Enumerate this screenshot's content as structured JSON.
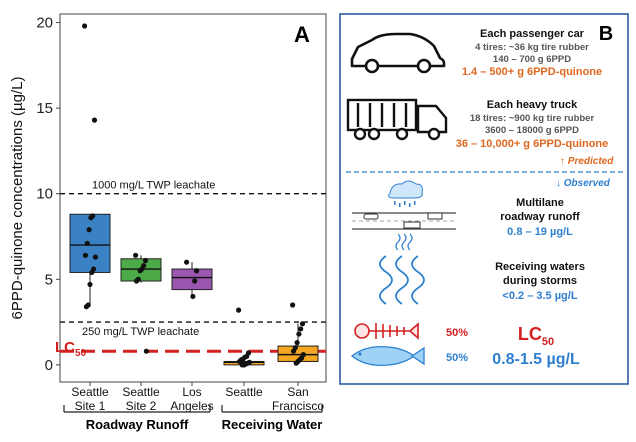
{
  "panel_a": {
    "label": "A",
    "ylabel": "6PPD-quinone concentrations (µg/L)",
    "y_ticks": [
      "0",
      "5",
      "10",
      "15",
      "20"
    ],
    "ref_lines": {
      "leachate_1000": "1000 mg/L TWP leachate",
      "leachate_250": "250 mg/L TWP leachate",
      "lc50_main": "LC",
      "lc50_sub": "50"
    },
    "categories": [
      [
        "Seattle",
        "Site 1"
      ],
      [
        "Seattle",
        "Site 2"
      ],
      [
        "Los",
        "Angeles"
      ],
      [
        "Seattle"
      ],
      [
        "San",
        "Francisco"
      ]
    ],
    "groups": [
      "Roadway Runoff",
      "Receiving Water"
    ]
  },
  "panel_b": {
    "label": "B",
    "car": {
      "title": "Each passenger car",
      "line1": "4 tires: ~36 kg tire rubber",
      "line2": "140 – 700 g 6PPD",
      "line3": "1.4 – 500+ g 6PPD-quinone",
      "icon": "car-icon"
    },
    "truck": {
      "title": "Each heavy truck",
      "line1": "18 tires: ~900 kg tire rubber",
      "line2": "3600 – 18000 g 6PPD",
      "line3": "36 – 10,000+ g 6PPD-quinone",
      "icon": "truck-icon"
    },
    "predicted": "Predicted",
    "observed": "Observed",
    "runoff": {
      "title1": "Multilane",
      "title2": "roadway runoff",
      "value": "0.8 – 19 µg/L",
      "icon": "roadway-runoff-icon"
    },
    "receiving": {
      "title1": "Receiving waters",
      "title2": "during storms",
      "value": "<0.2 – 3.5 µg/L",
      "icon": "waves-icon"
    },
    "fish": {
      "pct_dead": "50%",
      "pct_alive": "50%",
      "lc_main": "LC",
      "lc_sub": "50",
      "lc_value": "0.8-1.5 µg/L"
    }
  },
  "colors": {
    "seattle_site1": "#3a82c4",
    "seattle_site2": "#4caa48",
    "los_angeles": "#9a57b0",
    "receiving": "#f5a623",
    "lc50": "#d42020",
    "orange_text": "#e0671e",
    "blue_text": "#2f7fd1",
    "fish_blue": "#9fd3f5",
    "box_border": "#2d5aa0"
  },
  "chart_data": {
    "type": "box",
    "ylabel": "6PPD-quinone concentrations (µg/L)",
    "ylim": [
      -1,
      20.5
    ],
    "y_ticks": [
      0,
      5,
      10,
      15,
      20
    ],
    "categories": [
      "Seattle Site 1",
      "Seattle Site 2",
      "Los Angeles",
      "Seattle",
      "San Francisco"
    ],
    "groups": [
      {
        "name": "Roadway Runoff",
        "categories": [
          "Seattle Site 1",
          "Seattle Site 2",
          "Los Angeles"
        ]
      },
      {
        "name": "Receiving Water",
        "categories": [
          "Seattle",
          "San Francisco"
        ]
      }
    ],
    "boxes": [
      {
        "category": "Seattle Site 1",
        "q1": 5.4,
        "median": 7.0,
        "q3": 8.8,
        "whisker_low": 3.4,
        "whisker_high": 8.8,
        "points": [
          19.8,
          14.3,
          8.7,
          8.6,
          7.9,
          7.1,
          6.4,
          6.3,
          5.6,
          5.4,
          4.7,
          3.5,
          3.4
        ]
      },
      {
        "category": "Seattle Site 2",
        "q1": 4.9,
        "median": 5.6,
        "q3": 6.2,
        "whisker_low": 4.8,
        "whisker_high": 6.4,
        "points": [
          6.4,
          6.1,
          5.8,
          5.6,
          5.5,
          5.0,
          4.9,
          0.8
        ]
      },
      {
        "category": "Los Angeles",
        "q1": 4.4,
        "median": 5.1,
        "q3": 5.6,
        "whisker_low": 4.0,
        "whisker_high": 6.0,
        "points": [
          6.0,
          5.5,
          4.9,
          4.0
        ]
      },
      {
        "category": "Seattle",
        "q1": 0.0,
        "median": 0.15,
        "q3": 0.2,
        "whisker_low": 0.0,
        "whisker_high": 0.45,
        "points": [
          3.2,
          0.7,
          0.5,
          0.45,
          0.35,
          0.3,
          0.2,
          0.15,
          0.1,
          0.05,
          0.0,
          0.0
        ]
      },
      {
        "category": "San Francisco",
        "q1": 0.2,
        "median": 0.6,
        "q3": 1.1,
        "whisker_low": 0.0,
        "whisker_high": 2.4,
        "points": [
          3.5,
          2.4,
          2.1,
          1.8,
          1.3,
          1.0,
          0.8,
          0.6,
          0.4,
          0.3,
          0.2,
          0.1
        ]
      }
    ],
    "reference_lines": [
      {
        "label": "1000 mg/L TWP leachate",
        "y": 10.0,
        "style": "dashed"
      },
      {
        "label": "250 mg/L TWP leachate",
        "y": 2.5,
        "style": "dashed"
      },
      {
        "label": "LC50",
        "y": 0.8,
        "style": "dashed-red"
      }
    ]
  }
}
